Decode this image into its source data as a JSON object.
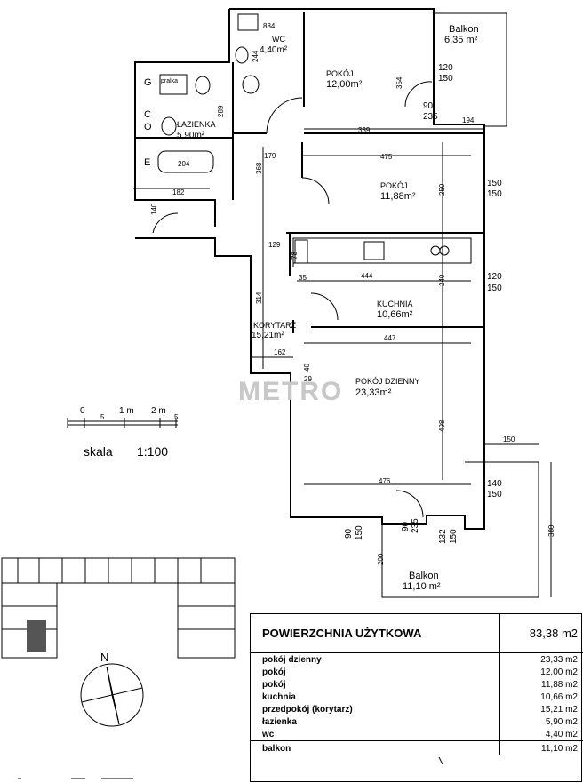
{
  "rooms": {
    "balkon_top": {
      "name": "Balkon",
      "area": "6,35 m²"
    },
    "wc": {
      "name": "WC",
      "area": "4,40m²"
    },
    "pokoj1": {
      "name": "POKÓJ",
      "area": "12,00m²"
    },
    "lazienka": {
      "name": "ŁAZIENKA",
      "area": "5,90m²"
    },
    "pokoj2": {
      "name": "POKÓJ",
      "area": "11,88m²"
    },
    "kuchnia": {
      "name": "KUCHNIA",
      "area": "10,66m²"
    },
    "korytarz": {
      "name": "KORYTARZ",
      "area": "15,21m²"
    },
    "pokoj_dzienny": {
      "name": "POKÓJ DZIENNY",
      "area": "23,33m²"
    },
    "balkon_bottom": {
      "name": "Balkon",
      "area": "11,10 m²"
    }
  },
  "fixtures": {
    "pralka": "pralka",
    "g": "G",
    "c": "C",
    "o": "O",
    "e": "E"
  },
  "dims": {
    "d884": "884",
    "d244": "244",
    "d354": "354",
    "d120a": "120",
    "d150a": "150",
    "d90a": "90",
    "d235a": "235",
    "d194": "194",
    "d289": "289",
    "d339": "339",
    "d179": "179",
    "d475": "475",
    "d204": "204",
    "d368": "368",
    "d150b": "150",
    "d150c": "150",
    "d250": "250",
    "d182": "182",
    "d140a": "140",
    "d129": "129",
    "d78": "78",
    "d444": "444",
    "d35": "35",
    "d240": "240",
    "d120b": "120",
    "d150d": "150",
    "d314": "314",
    "d447": "447",
    "d162": "162",
    "d40": "40",
    "d29": "29",
    "d498": "498",
    "d150e": "150",
    "d476": "476",
    "d140b": "140",
    "d150f": "150",
    "d90b": "90",
    "d150g": "150",
    "d90c": "90",
    "d235b": "235",
    "d132": "132",
    "d150h": "150",
    "d380": "380",
    "d200": "200"
  },
  "watermark": "METRO",
  "scale": {
    "t0": "0",
    "t1": "1 m",
    "t2": "2 m",
    "t5a": "5",
    "t5b": "5",
    "label": "skala",
    "ratio": "1:100"
  },
  "compass": {
    "north": "N"
  },
  "summary": {
    "title": "POWIERZCHNIA UŻYTKOWA",
    "total": "83,38 m2",
    "rows": [
      {
        "label": "pokój dzienny",
        "value": "23,33 m2"
      },
      {
        "label": "pokój",
        "value": "12,00 m2"
      },
      {
        "label": "pokój",
        "value": "11,88 m2"
      },
      {
        "label": "kuchnia",
        "value": "10,66 m2"
      },
      {
        "label": "przedpokój (korytarz)",
        "value": "15,21 m2"
      },
      {
        "label": "łazienka",
        "value": "5,90 m2"
      },
      {
        "label": "wc",
        "value": "4,40 m2"
      }
    ],
    "balcony_label": "balkon",
    "balcony_value": "11,10 m2"
  }
}
